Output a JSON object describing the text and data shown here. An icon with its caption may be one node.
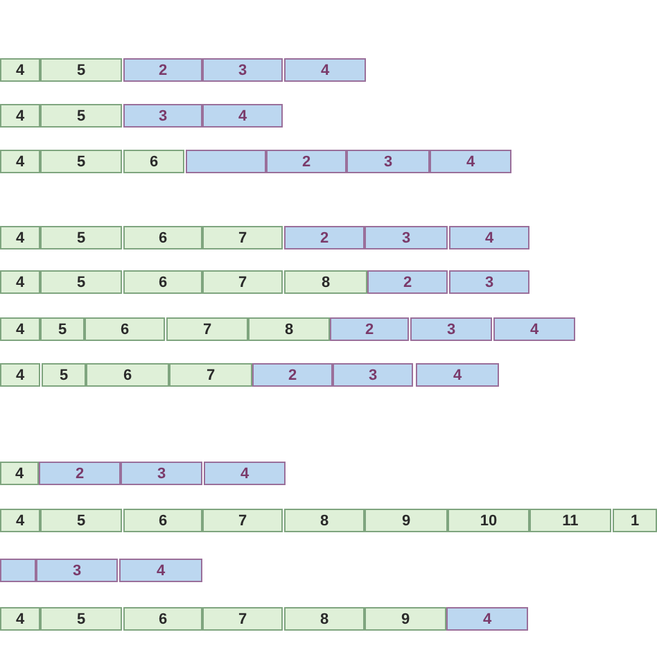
{
  "diagram": {
    "nodes": [
      {
        "text": [
          "4"
        ]
      },
      {
        "text": [
          "5"
        ]
      },
      {
        "text": [
          "2"
        ]
      },
      {
        "text": [
          "3"
        ]
      },
      {
        "text": [
          "4"
        ]
      },
      {
        "text": [
          "4"
        ]
      },
      {
        "text": [
          "5"
        ]
      },
      {
        "text": [
          "3"
        ]
      },
      {
        "text": [
          "4"
        ]
      },
      {
        "text": [
          "4"
        ]
      },
      {
        "text": [
          "5"
        ]
      },
      {
        "text": [
          "6"
        ]
      },
      {
        "text": [],
        "shape": "box"
      },
      {
        "text": [
          "2"
        ]
      },
      {
        "text": [
          "3"
        ]
      },
      {
        "text": [
          "4"
        ]
      },
      {
        "text": [
          "4"
        ]
      },
      {
        "text": [
          "5"
        ]
      },
      {
        "text": [
          "6"
        ]
      },
      {
        "text": [
          "7"
        ]
      },
      {
        "text": [
          "2"
        ]
      },
      {
        "text": [
          "3"
        ]
      },
      {
        "text": [
          "4"
        ]
      },
      {
        "text": [
          "4"
        ]
      },
      {
        "text": [
          "5"
        ]
      },
      {
        "text": [
          "6"
        ]
      },
      {
        "text": [
          "7"
        ]
      },
      {
        "text": [
          "8"
        ]
      },
      {
        "text": [
          "2"
        ]
      },
      {
        "text": [
          "3"
        ]
      },
      {
        "text": [
          "4"
        ]
      },
      {
        "text": [
          "5"
        ]
      },
      {
        "text": [
          "6"
        ]
      },
      {
        "text": [
          "7"
        ]
      },
      {
        "text": [
          "8"
        ]
      },
      {
        "text": [
          "2"
        ]
      },
      {
        "text": [
          "3"
        ]
      },
      {
        "text": [
          "4"
        ]
      },
      {
        "text": [
          "4"
        ]
      },
      {
        "text": [
          "5"
        ]
      },
      {
        "text": [
          "6"
        ]
      },
      {
        "text": [
          "7"
        ]
      },
      {
        "text": [
          "2"
        ]
      },
      {
        "text": [
          "3"
        ]
      },
      {
        "text": [
          "4"
        ]
      },
      {
        "text": [
          "4"
        ]
      },
      {
        "text": [
          "2"
        ]
      },
      {
        "text": [
          "3"
        ]
      },
      {
        "text": [
          "4"
        ]
      },
      {
        "text": [
          "4"
        ]
      },
      {
        "text": [
          "5"
        ]
      },
      {
        "text": [
          "6"
        ]
      },
      {
        "text": [
          "7"
        ]
      },
      {
        "text": [
          "8"
        ]
      },
      {
        "text": [
          "9"
        ]
      },
      {
        "text": [
          "10"
        ]
      },
      {
        "text": [
          "11"
        ]
      },
      {
        "text": [
          "1"
        ]
      },
      {
        "text": [],
        "shape": "box"
      },
      {
        "text": [
          "3"
        ]
      },
      {
        "text": [
          "4"
        ]
      },
      {
        "text": [
          "4"
        ]
      },
      {
        "text": [
          "5"
        ]
      },
      {
        "text": [
          "6"
        ]
      },
      {
        "text": [
          "7"
        ]
      },
      {
        "text": [
          "8"
        ]
      },
      {
        "text": [
          "9"
        ]
      },
      {
        "text": [
          "4"
        ]
      }
    ]
  }
}
